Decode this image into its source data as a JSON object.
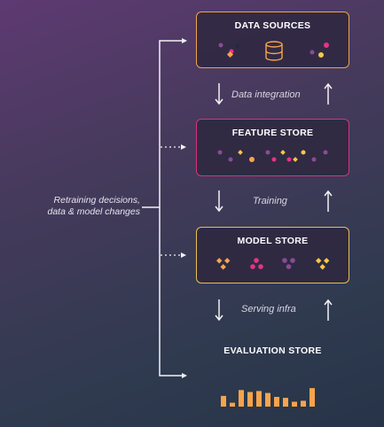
{
  "stages": {
    "sources_title": "DATA SOURCES",
    "feature_title": "FEATURE STORE",
    "model_title": "MODEL STORE",
    "eval_title": "EVALUATION STORE"
  },
  "transitions": {
    "t1": "Data integration",
    "t2": "Training",
    "t3": "Serving infra"
  },
  "feedback": {
    "line1": "Retraining decisions,",
    "line2": "data & model changes"
  },
  "eval_bar_levels": [
    0.55,
    0.2,
    0.85,
    0.75,
    0.8,
    0.7,
    0.5,
    0.45,
    0.25,
    0.3,
    0.95
  ],
  "colors": {
    "orange": "#f7a44b",
    "pink": "#e5338a",
    "purple": "#8a4c93",
    "yellow": "#f6c84a"
  }
}
